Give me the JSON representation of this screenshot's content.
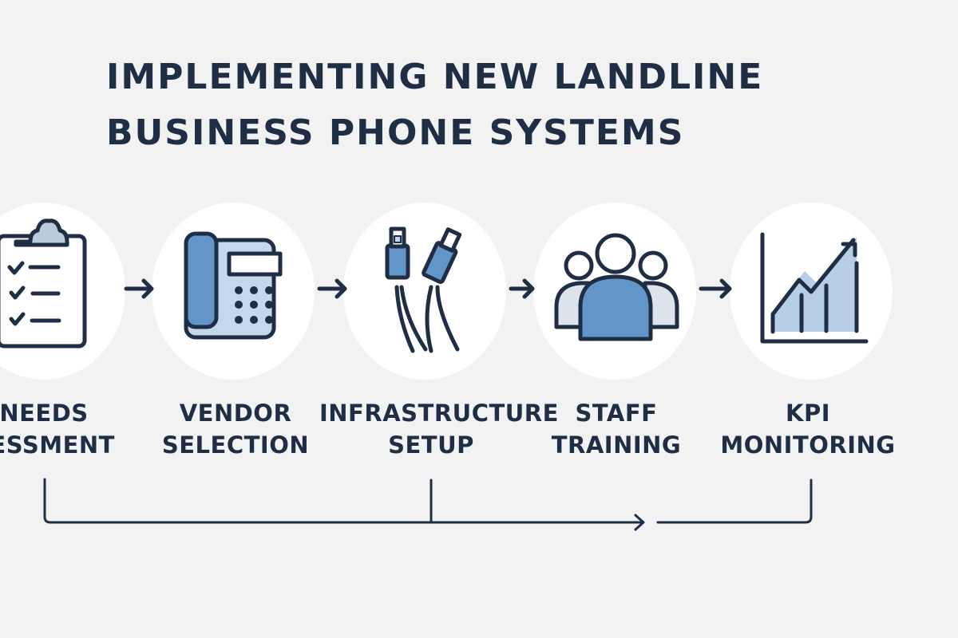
{
  "title": {
    "line1": "IMPLEMENTING NEW LANDLINE",
    "line2": "BUSINESS PHONE SYSTEMS"
  },
  "steps": [
    {
      "line1": "NEEDS",
      "line2": "SESSMENT",
      "icon": "clipboard-checklist-icon"
    },
    {
      "line1": "VENDOR",
      "line2": "SELECTION",
      "icon": "desk-phone-icon"
    },
    {
      "line1": "INFRASTRUCTURE",
      "line2": "SETUP",
      "icon": "ethernet-cable-icon"
    },
    {
      "line1": "STAFF",
      "line2": "TRAINING",
      "icon": "team-icon"
    },
    {
      "line1": "KPI",
      "line2": "MONITORING",
      "icon": "growth-chart-icon"
    }
  ],
  "colors": {
    "dark": "#1f2e45",
    "accent": "#6296c9",
    "light": "#c5d7ea",
    "grey": "#dde3ea",
    "background": "#f2f2f2"
  }
}
